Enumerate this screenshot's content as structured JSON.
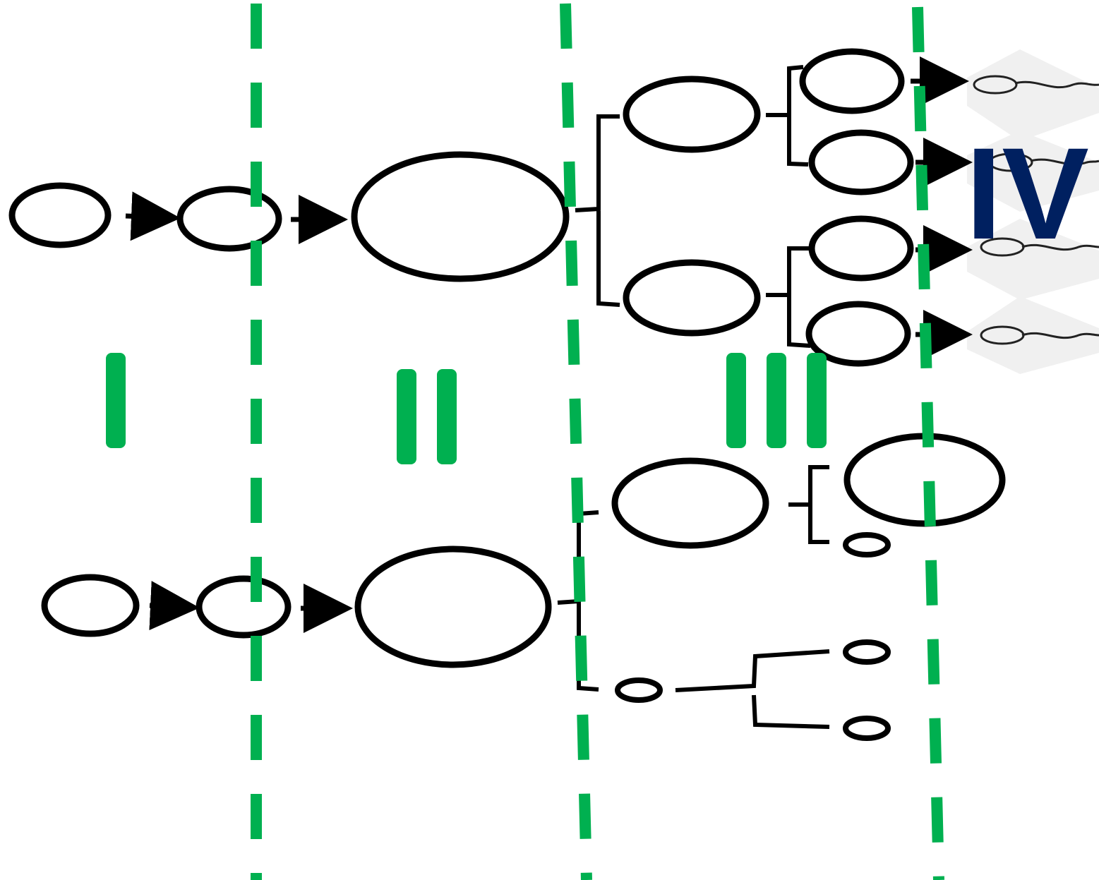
{
  "colors": {
    "outline": "#000000",
    "divider": "#00b050",
    "numeral": "#002060",
    "sperm_bg": "#eeeeee",
    "background": "#ffffff"
  },
  "stages": [
    {
      "id": "I",
      "bars": 1
    },
    {
      "id": "II",
      "bars": 2
    },
    {
      "id": "III",
      "bars": 3
    },
    {
      "id": "IV",
      "text": "IV"
    }
  ],
  "rows": [
    {
      "id": "spermatogenesis",
      "final_products": [
        "sperm",
        "sperm",
        "sperm",
        "sperm"
      ]
    },
    {
      "id": "oogenesis",
      "final_products": [
        "ootid",
        "polar-body",
        "polar-body",
        "polar-body"
      ]
    }
  ],
  "icons": {
    "sperm": "sperm-icon",
    "arrow": "arrow-icon",
    "brace": "brace-icon"
  }
}
